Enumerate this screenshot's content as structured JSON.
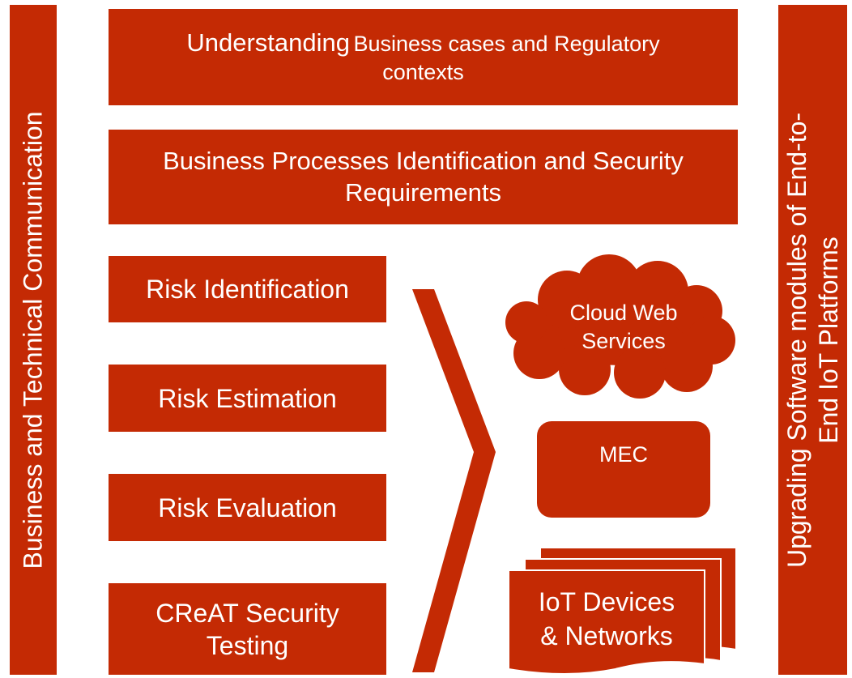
{
  "colors": {
    "box_fill": "#C42A04",
    "text": "#FFFFFF",
    "background": "#FFFFFF"
  },
  "left_bar": {
    "label": "Business and Technical Communication"
  },
  "right_bar": {
    "line1": "Upgrading Software modules of End-to-",
    "line2": "End IoT Platforms"
  },
  "top_box_1": {
    "word": "Understanding",
    "rest": "Business cases and Regulatory",
    "line2": "contexts"
  },
  "top_box_2": {
    "line1": "Business Processes Identification and Security",
    "line2": "Requirements"
  },
  "steps": [
    {
      "label": "Risk Identification"
    },
    {
      "label": "Risk Estimation"
    },
    {
      "label": "Risk Evaluation"
    },
    {
      "line1": "CReAT Security",
      "line2": "Testing"
    }
  ],
  "chevron": {
    "icon": "chevron-right-arrow-icon"
  },
  "targets": {
    "cloud": {
      "line1": "Cloud Web",
      "line2": "Services",
      "icon": "cloud-shape"
    },
    "mec": {
      "label": "MEC",
      "icon": "rounded-rectangle-shape"
    },
    "iot": {
      "line1": "IoT Devices",
      "line2": "& Networks",
      "icon": "multi-document-shape"
    }
  }
}
